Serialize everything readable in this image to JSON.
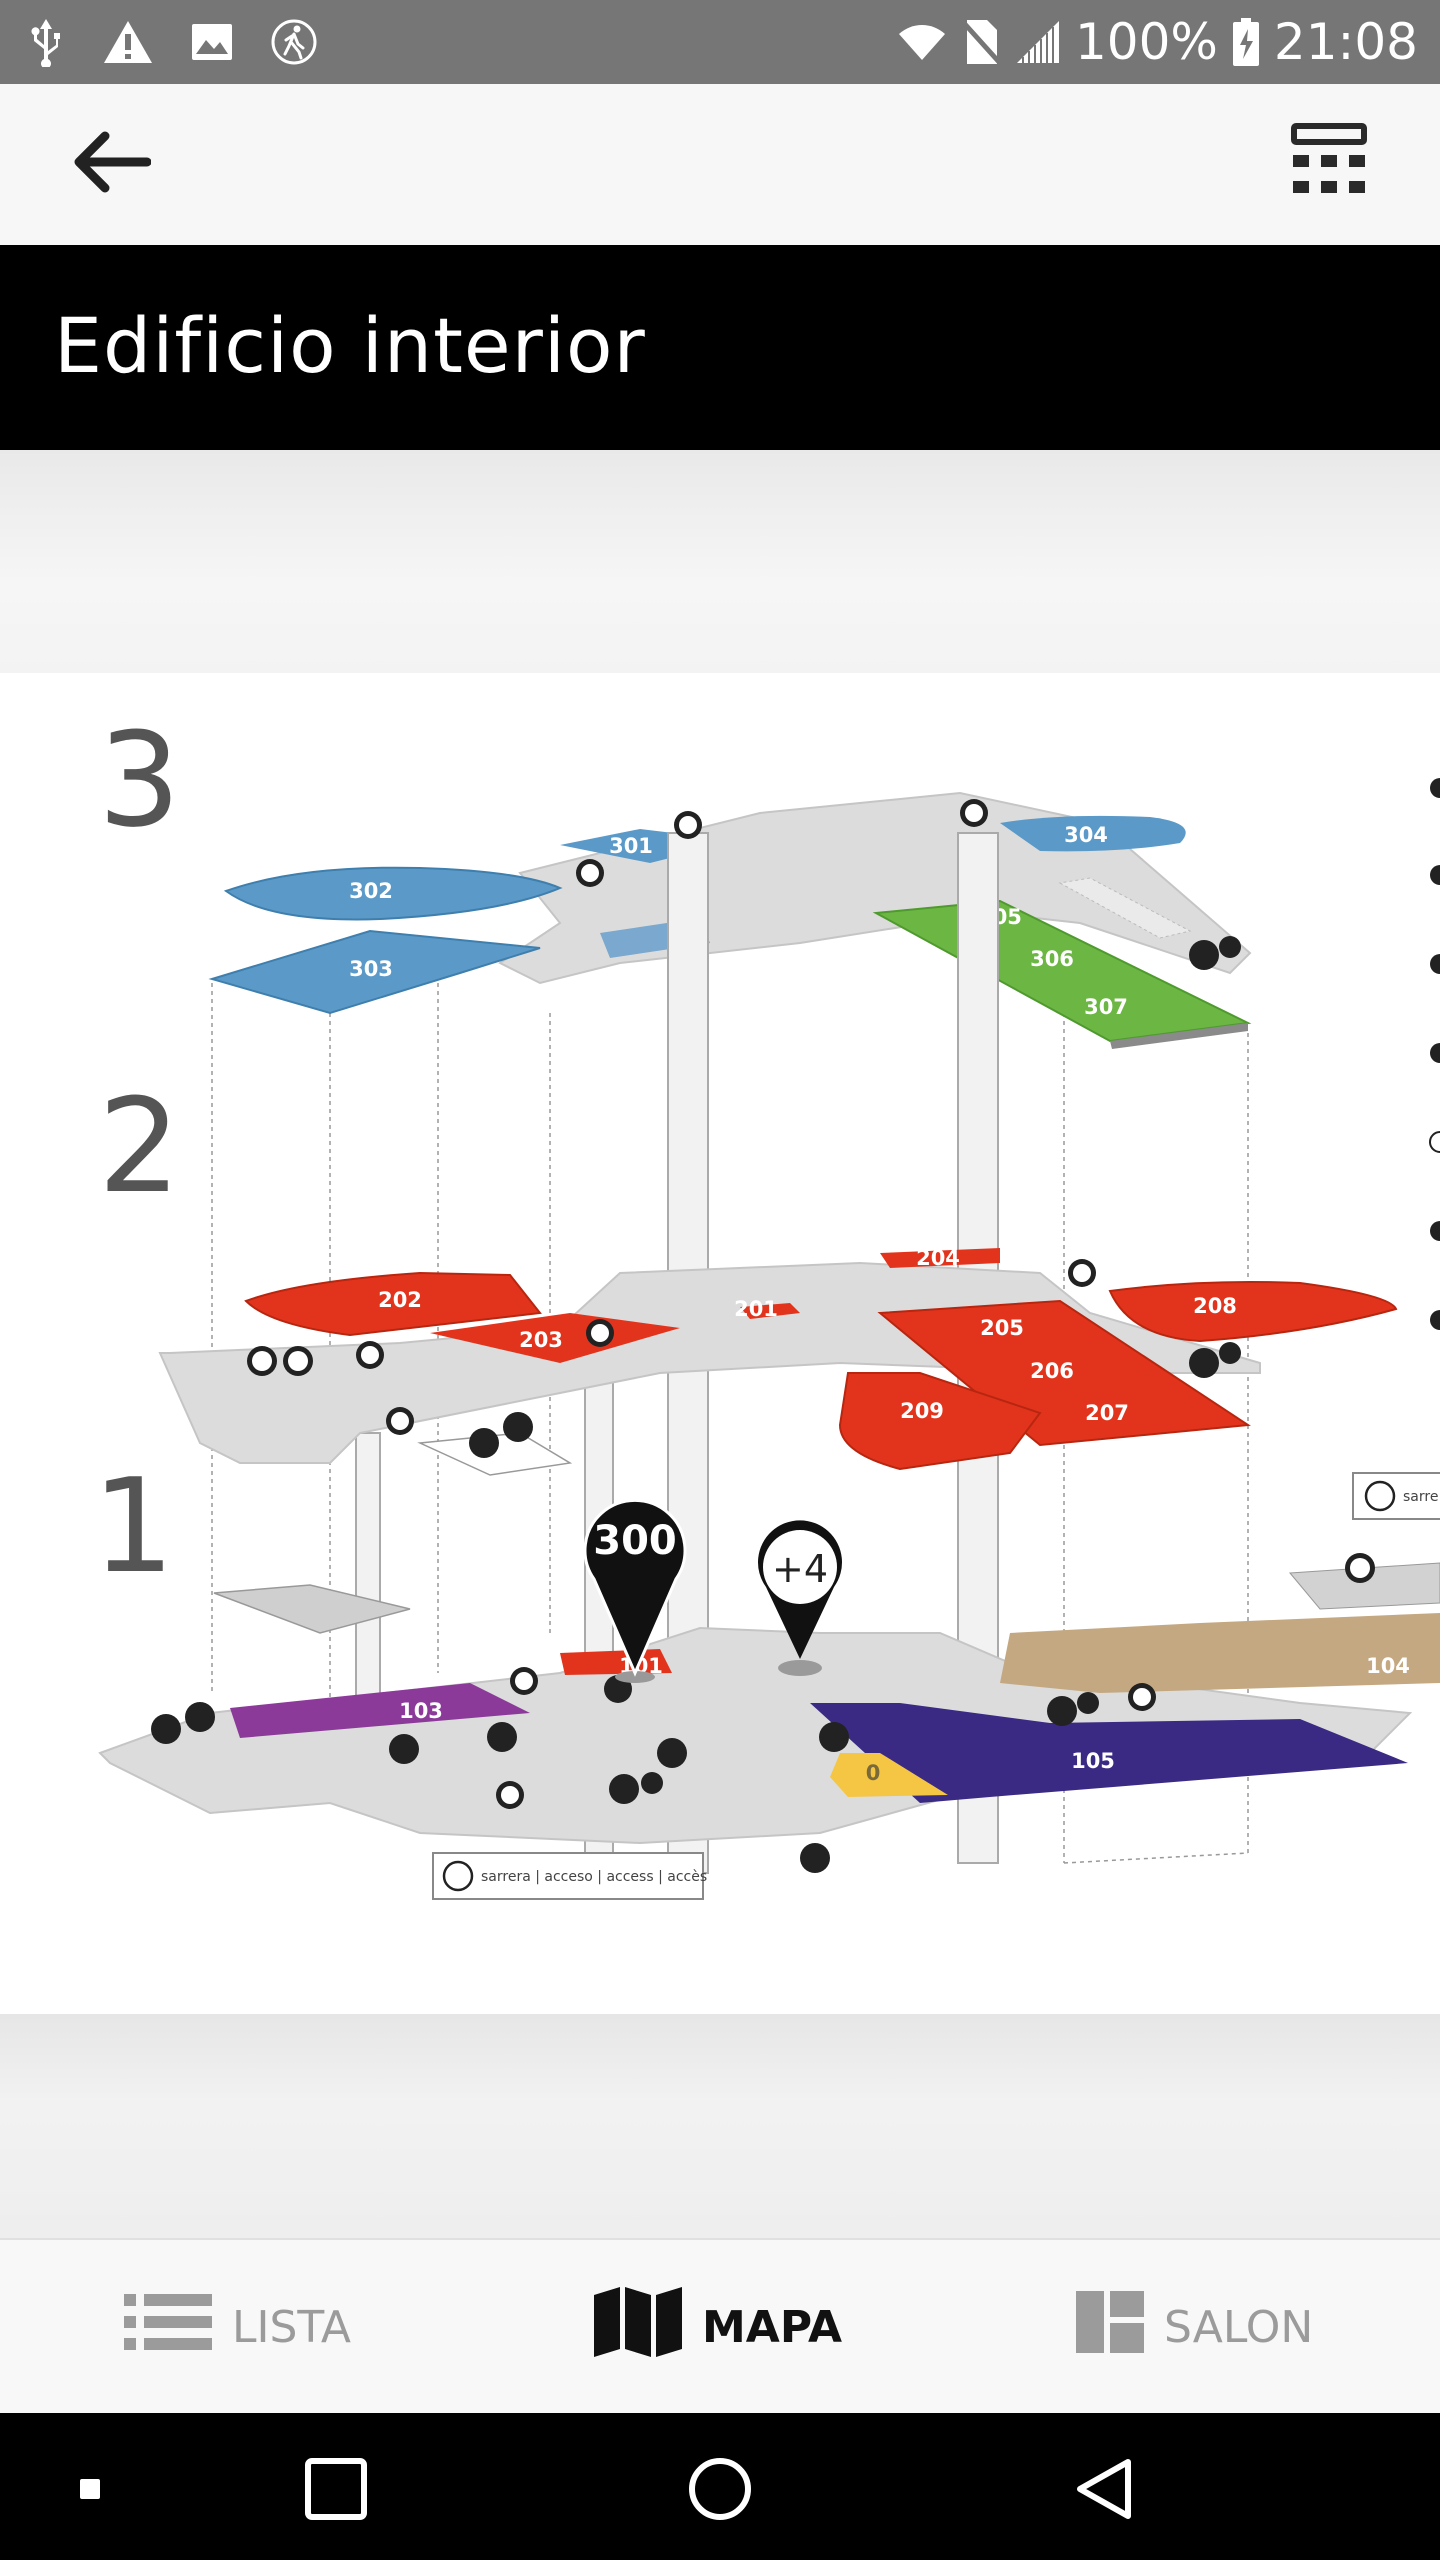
{
  "status_bar": {
    "battery": "100%",
    "time": "21:08",
    "icons": [
      "usb-icon",
      "warning-icon",
      "image-icon",
      "walking-icon",
      "wifi-icon",
      "no-sim-icon",
      "signal-icon",
      "battery-charging-icon"
    ]
  },
  "app_bar": {
    "back_icon": "arrow-left-icon",
    "menu_icon": "grid-menu-icon"
  },
  "header": {
    "title": "Edificio interior"
  },
  "map": {
    "floors": [
      "3",
      "2",
      "1"
    ],
    "rooms_floor3": [
      "301",
      "302",
      "303",
      "304",
      "305",
      "306",
      "307"
    ],
    "rooms_floor2": [
      "201",
      "202",
      "203",
      "204",
      "205",
      "206",
      "207",
      "208",
      "209"
    ],
    "rooms_floor1": [
      "101",
      "103",
      "104",
      "105",
      "0"
    ],
    "pins": {
      "main": "300",
      "secondary": "+4"
    },
    "legend_text": "sarrera | acceso | access | accès",
    "legend_text_right": "sarre",
    "colors": {
      "floor3_blue": "#5b9ac8",
      "floor3_green": "#6cb644",
      "floor2_red": "#e2341d",
      "floor1_purple": "#8c3a9a",
      "floor1_indigo": "#3b2a83",
      "floor1_tan": "#c4a882",
      "floor1_yellow": "#f4c644",
      "floor_gray": "#d9d9d9"
    }
  },
  "tabs": [
    {
      "label": "LISTA",
      "icon": "list-icon"
    },
    {
      "label": "MAPA",
      "icon": "map-icon"
    },
    {
      "label": "SALON",
      "icon": "dashboard-icon"
    }
  ],
  "nav_bar": {
    "icons": [
      "small-square-icon",
      "recent-apps-icon",
      "home-icon",
      "back-triangle-icon"
    ]
  }
}
